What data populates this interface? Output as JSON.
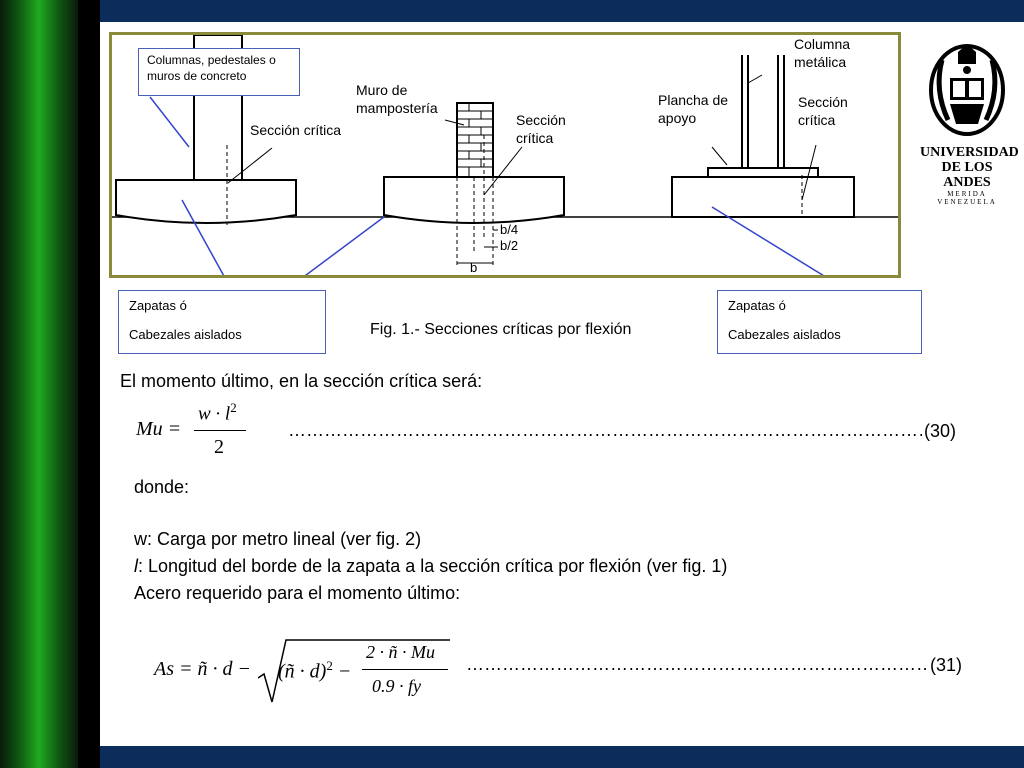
{
  "figure": {
    "callout_top": "Columnas, pedestales o muros de concreto",
    "callout_left": [
      "Zapatas ó",
      "Cabezales aislados"
    ],
    "callout_right": [
      "Zapatas ó",
      "Cabezales aislados"
    ],
    "caption": "Fig. 1.- Secciones críticas por flexión",
    "seccion_critica": "Sección crítica",
    "muro": "Muro de mampostería",
    "plancha": "Plancha de apoyo",
    "columna_metalica": "Columna metálica",
    "b4": "b/4",
    "b2": "b/2",
    "b": "b"
  },
  "logo": {
    "line1": "UNIVERSIDAD",
    "line2": "DE LOS ANDES",
    "line3": "MERIDA VENEZUELA"
  },
  "content": {
    "intro": "El momento último, en la sección crítica será:",
    "eq30": "(30)",
    "donde": "donde:",
    "w_def": "w: Carga por metro lineal (ver fig. 2)",
    "l_sym": "l",
    "l_def": ": Longitud del borde de la zapata a la sección crítica por flexión (ver fig. 1)",
    "acero": "Acero requerido para el momento último:",
    "eq31": "(31)"
  },
  "colors": {
    "band": "#0c2d5c",
    "frame": "#8a8a3a",
    "callout": "#4a5fb8"
  }
}
